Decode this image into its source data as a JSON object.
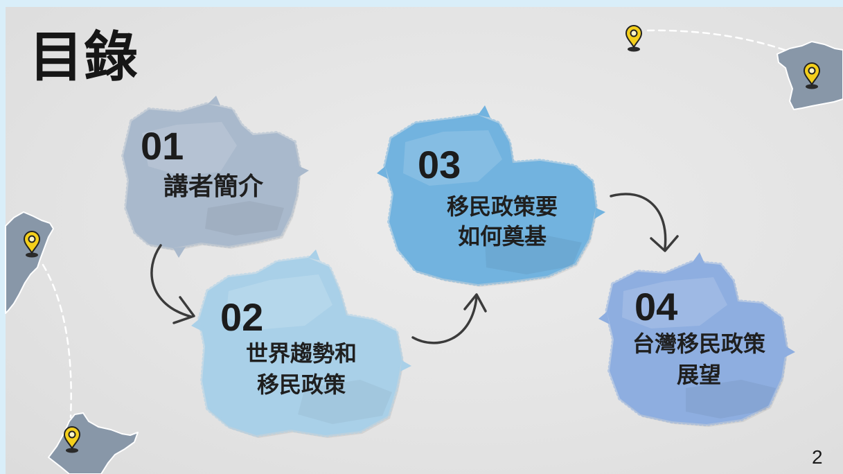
{
  "slide": {
    "title": "目錄",
    "page_number": "2"
  },
  "sections": [
    {
      "number": "01",
      "lines": [
        "講者簡介"
      ],
      "color": "#a9b9cc"
    },
    {
      "number": "02",
      "lines": [
        "世界趨勢和",
        "移民政策"
      ],
      "color": "#a9d0e8"
    },
    {
      "number": "03",
      "lines": [
        "移民政策要",
        "如何奠基"
      ],
      "color": "#72b3df"
    },
    {
      "number": "04",
      "lines": [
        "台灣移民政策",
        "展望"
      ],
      "color": "#8eaee0"
    }
  ],
  "icons": {
    "pin": "map-pin-icon",
    "arrow": "curved-arrow-icon"
  },
  "colors": {
    "frame": "#d9eef9",
    "background": "#e4e4e4",
    "pin": "#f4cf1c",
    "arrow": "#3b3b3b",
    "map": "#8897a8",
    "text": "#1f1f1f"
  }
}
